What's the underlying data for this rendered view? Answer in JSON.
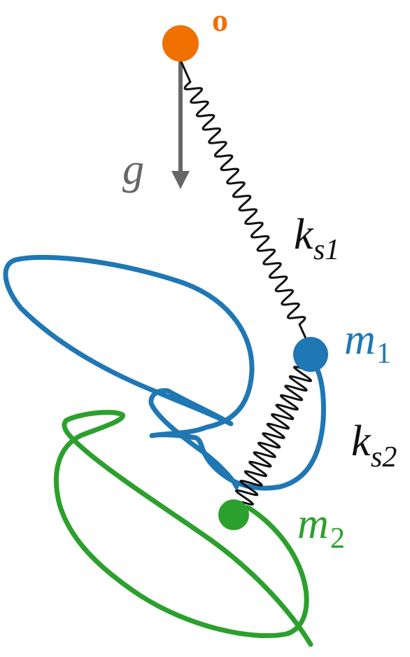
{
  "diagram": {
    "labels": {
      "origin": "o",
      "gravity": "g",
      "spring1_main": "k",
      "spring1_sub": "s1",
      "spring2_main": "k",
      "spring2_sub": "s2",
      "mass1_main": "m",
      "mass1_sub": "1",
      "mass2_main": "m",
      "mass2_sub": "2"
    },
    "colors": {
      "origin": "#f07000",
      "gravity": "#666666",
      "spring": "#111111",
      "mass1": "#1f77b4",
      "mass2": "#2ca02c"
    },
    "icons": {
      "origin": "pivot-point-icon",
      "gravity": "gravity-arrow-icon",
      "mass1": "mass-1-icon",
      "mass2": "mass-2-icon"
    }
  }
}
